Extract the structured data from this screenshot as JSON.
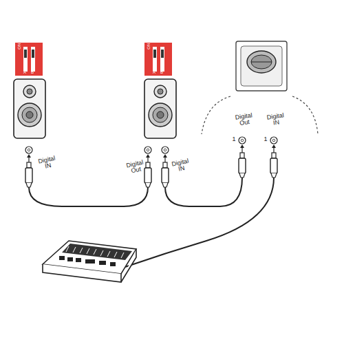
{
  "diagram": {
    "labels": [
      "ON",
      "A",
      "B",
      "ON",
      "A",
      "B",
      "Digital Out",
      "Digital IN",
      "Digital IN",
      "Digital Out",
      "Digital IN",
      "1",
      "1"
    ]
  }
}
